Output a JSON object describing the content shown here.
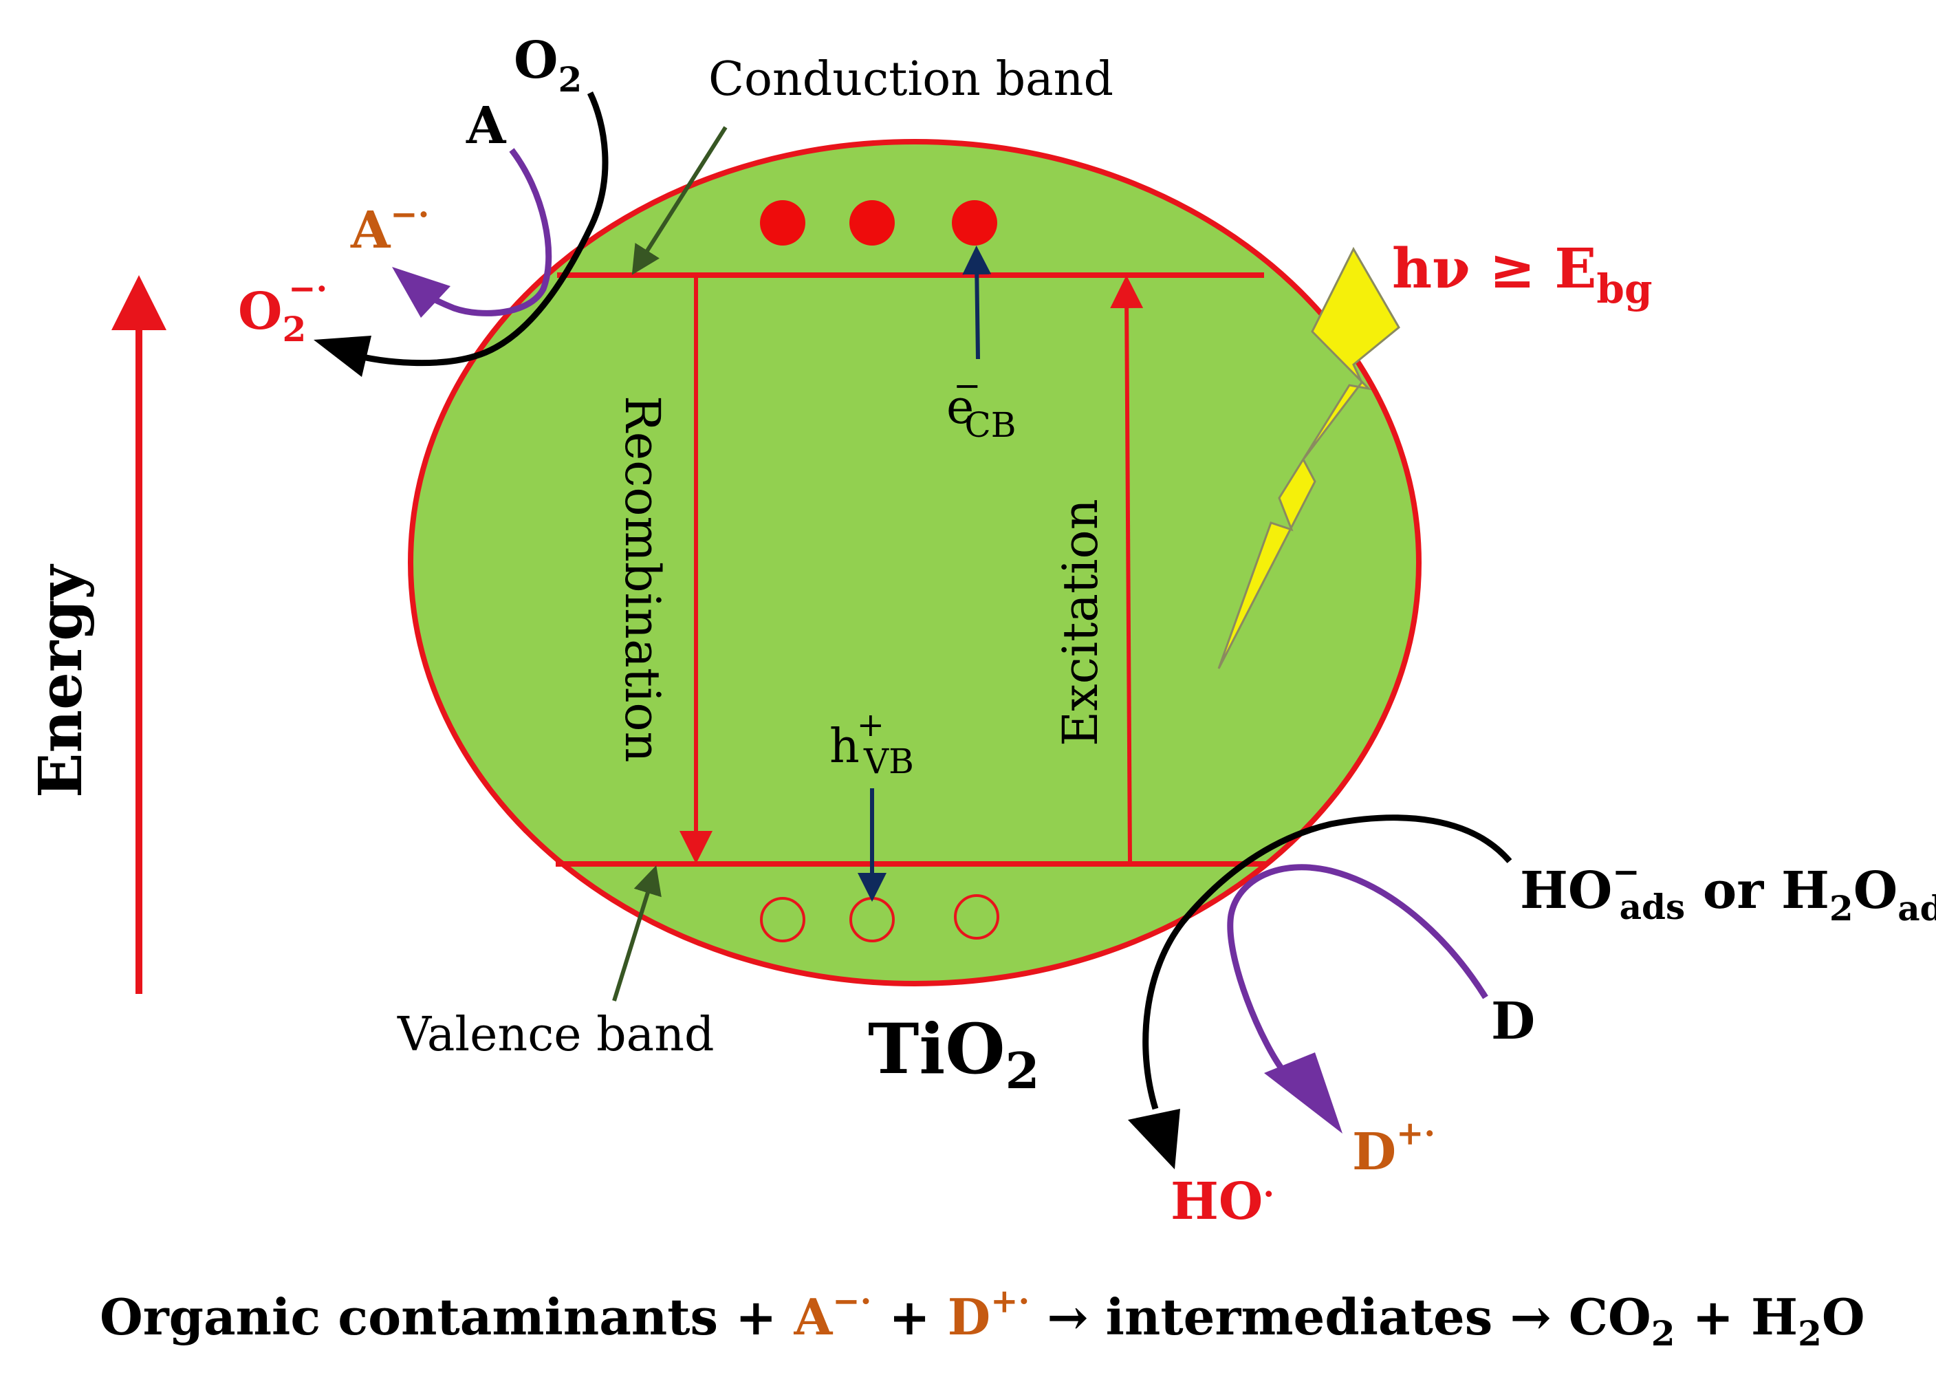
{
  "labels": {
    "o2": "O",
    "o2_sub": "2",
    "a": "A",
    "a_radical": "A",
    "a_radical_sup": "−·",
    "o2_radical": "O",
    "o2_radical_sub": "2",
    "o2_radical_sup": "−·",
    "conduction_band": "Conduction band",
    "valence_band": "Valence band",
    "energy": "Energy",
    "recombination": "Recombination",
    "excitation": "Excitation",
    "electron": "e",
    "electron_sup": "−",
    "electron_sub": "CB",
    "hole": "h",
    "hole_sup": "+",
    "hole_sub": "VB",
    "light": "hν ≥ E",
    "light_sub": "bg",
    "tio2": "TiO",
    "tio2_sub": "2",
    "ho_ads": "HO",
    "ho_ads_sup": "−",
    "ho_ads_sub": "ads",
    "or_h2o": " or H",
    "h2o_sub1": "2",
    "h2o_o": "O",
    "h2o_sub2": "ads",
    "d": "D",
    "d_radical": "D",
    "d_radical_sup": "+·",
    "ho_radical": "HO",
    "ho_radical_sup": "·"
  },
  "equation": {
    "part1": "Organic contaminants + ",
    "a": "A",
    "a_sup": "−·",
    "plus": " + ",
    "d": "D",
    "d_sup": "+·",
    "part2": " → intermediates  → CO",
    "co2_sub": "2",
    "part3": " + H",
    "h2o_sub": "2",
    "part4": "O"
  },
  "colors": {
    "particle_fill": "#92d050",
    "band_red": "#e8141b",
    "orange": "#c55a11",
    "red_text": "#e8141b",
    "purple": "#7030a0",
    "navy": "#0f2a5c",
    "lightning": "#f5f00a"
  }
}
